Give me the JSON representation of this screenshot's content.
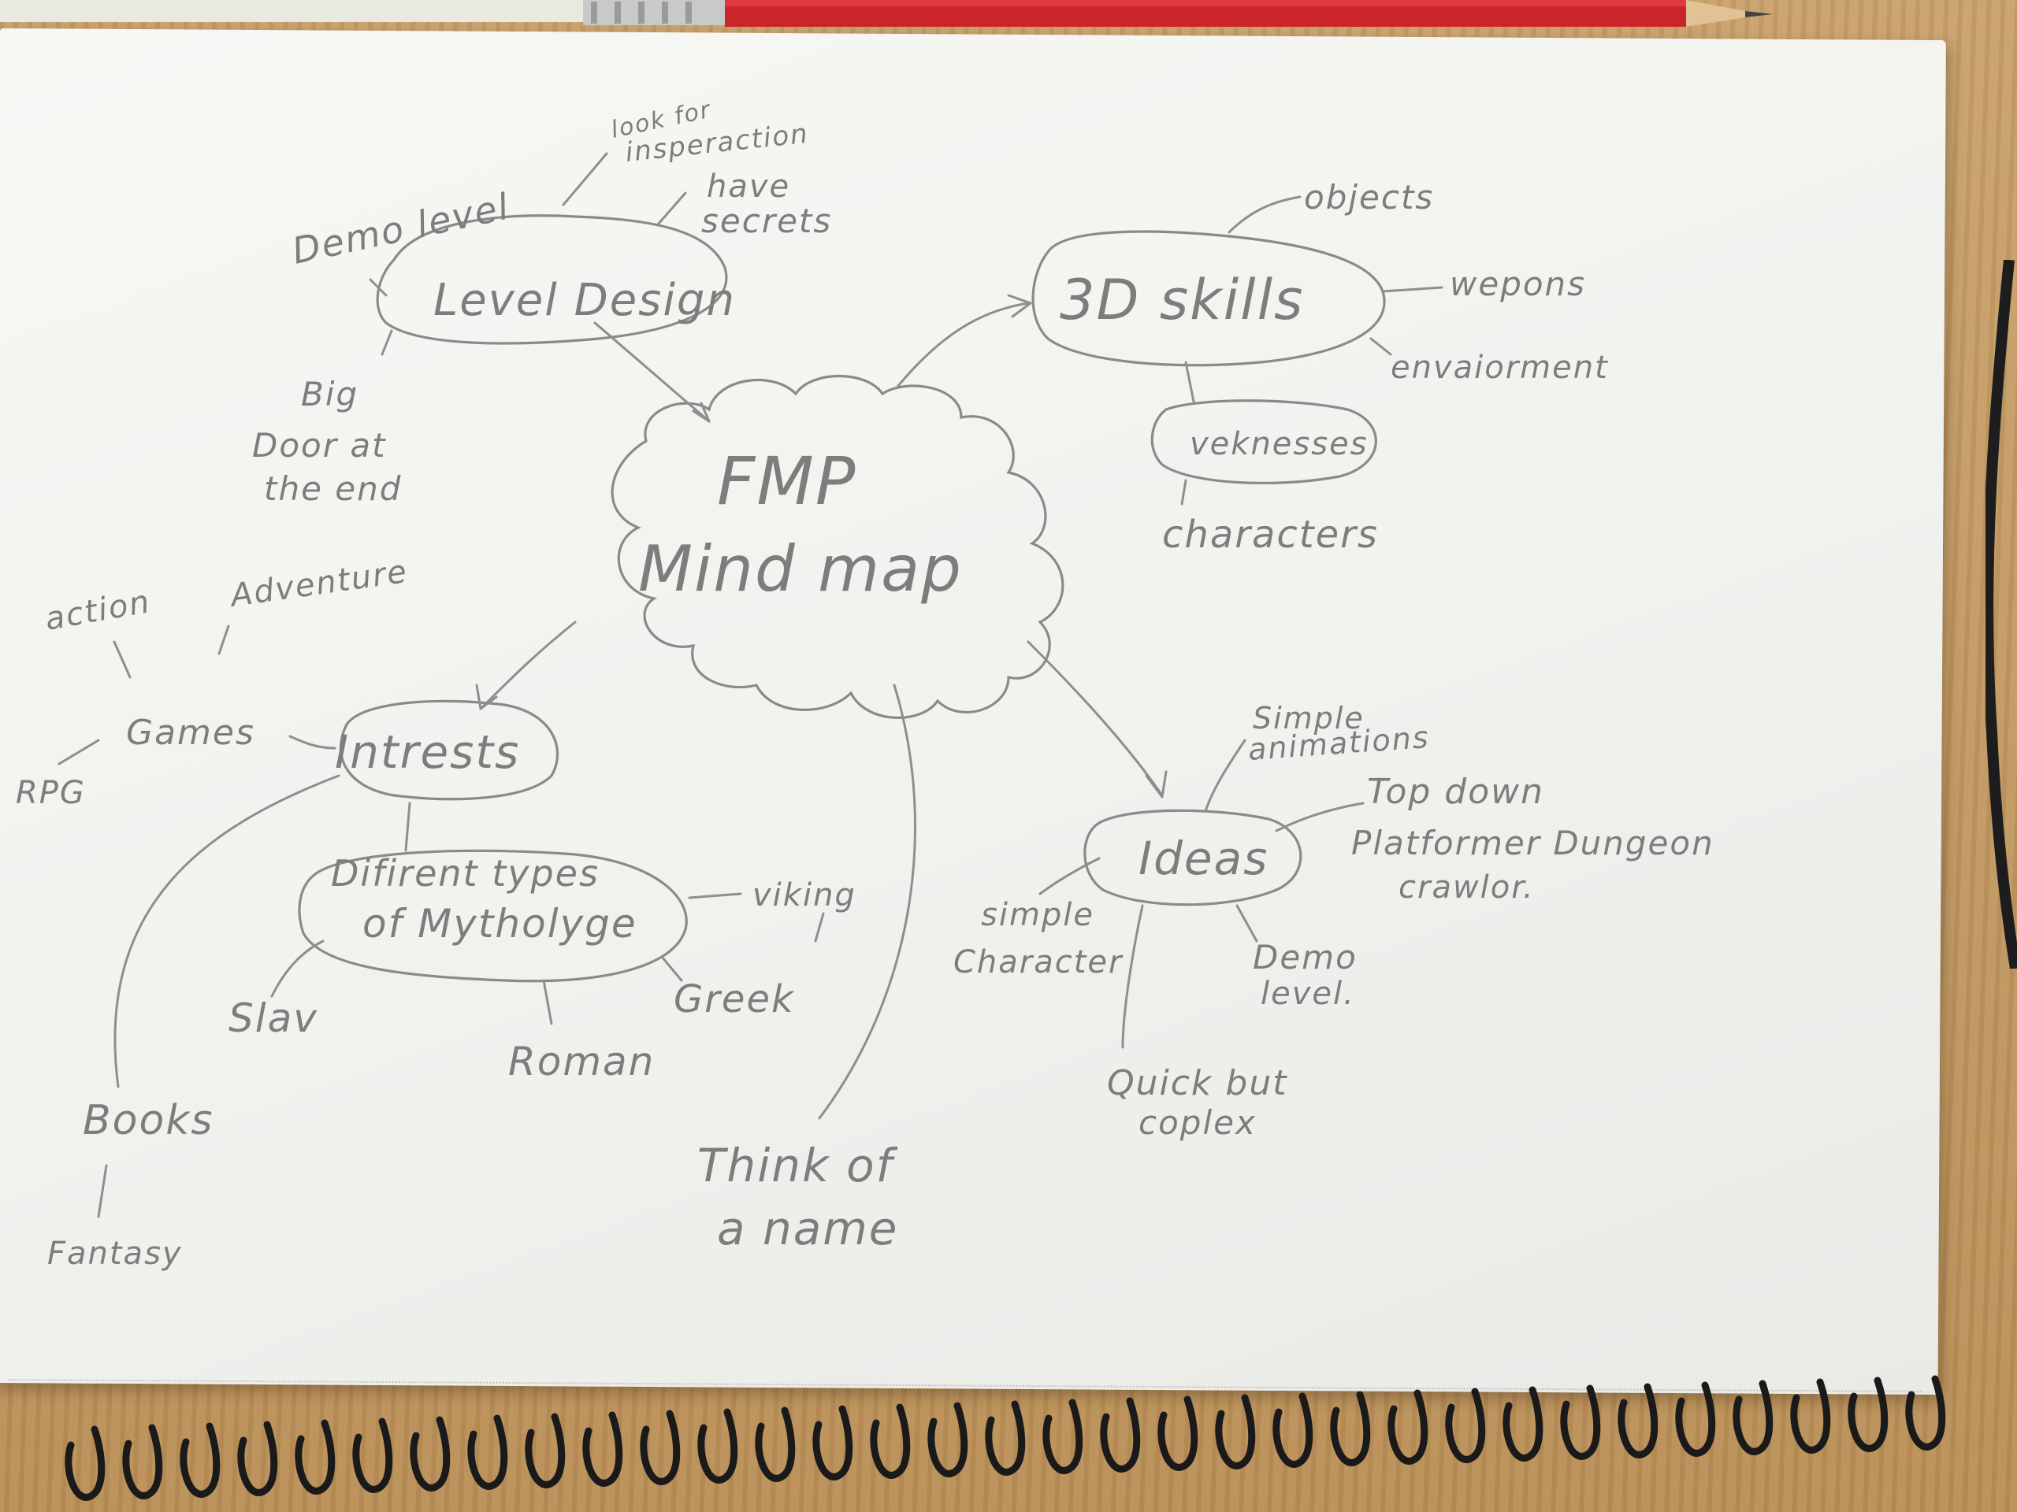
{
  "center": {
    "line1": "FMP",
    "line2": "Mind map"
  },
  "level_design": {
    "title": "Level Design",
    "demo_level": "Demo level",
    "inspiration_1": "look for",
    "inspiration_2": "insperaction",
    "secrets_1": "have",
    "secrets_2": "secrets",
    "door_1": "Big",
    "door_2": "Door at",
    "door_3": "the    end"
  },
  "skills": {
    "title": "3D skills",
    "objects": "objects",
    "weapons": "wepons",
    "environment": "envaiorment",
    "weaknesses": "veknesses",
    "characters": "characters"
  },
  "interests": {
    "title": "Intrests",
    "games": "Games",
    "action": "action",
    "adventure": "Adventure",
    "rpg": "RPG",
    "books": "Books",
    "fantasy": "Fantasy",
    "myth_1": "Difirent types",
    "myth_2": "of Mytholyge",
    "viking": "viking",
    "slav": "Slav",
    "roman": "Roman",
    "greek": "Greek"
  },
  "ideas": {
    "title": "Ideas",
    "anim_1": "Simple",
    "anim_2": "animations",
    "top_down": "Top down",
    "genre_1": "Platformer Dungeon",
    "genre_2": "crawlor.",
    "char_1": "simple",
    "char_2": "Character",
    "demo_1": "Demo",
    "demo_2": "level.",
    "quick_1": "Quick  but",
    "quick_2": "coplex"
  },
  "name_note": {
    "line1": "Think  of",
    "line2": "a   name"
  }
}
